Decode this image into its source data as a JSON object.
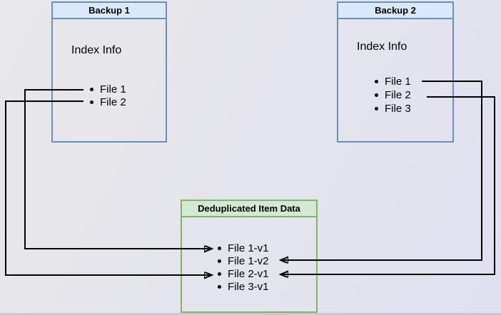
{
  "diagram": {
    "backup1": {
      "title": "Backup 1",
      "subtitle": "Index Info",
      "files": [
        "File 1",
        "File 2"
      ]
    },
    "backup2": {
      "title": "Backup 2",
      "subtitle": "Index Info",
      "files": [
        "File 1",
        "File 2",
        "File 3"
      ]
    },
    "dedup": {
      "title": "Deduplicated Item Data",
      "items": [
        "File 1-v1",
        "File 1-v2",
        "File 2-v1",
        "File 3-v1"
      ]
    },
    "connections": [
      {
        "from": "Backup 1 / File 1",
        "to": "File 1-v1",
        "side": "left"
      },
      {
        "from": "Backup 1 / File 2",
        "to": "File 2-v1",
        "side": "left"
      },
      {
        "from": "Backup 2 / File 1",
        "to": "File 1-v2",
        "side": "right"
      },
      {
        "from": "Backup 2 / File 2",
        "to": "File 2-v1",
        "side": "right"
      }
    ],
    "colors": {
      "backup_header_fill": "#dae8fc",
      "backup_border": "#6c8ebf",
      "dedup_header_fill": "#d5e8d4",
      "dedup_border": "#82b366",
      "arrow": "#000000",
      "text": "#000000"
    }
  }
}
